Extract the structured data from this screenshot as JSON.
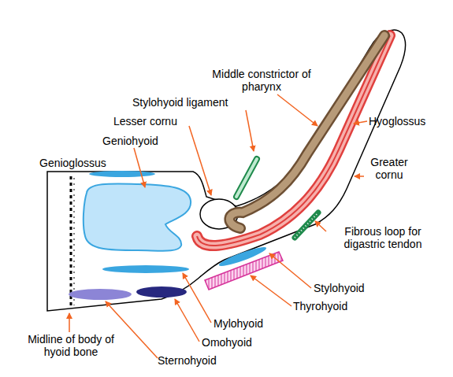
{
  "diagram": {
    "labels": [
      "Middle constrictor of pharynx",
      "Hyoglossus",
      "Stylohyoid ligament",
      "Lesser cornu",
      "Geniohyoid",
      "Genioglossus",
      "Greater cornu",
      "Fibrous loop for digastric tendon",
      "Stylohyoid",
      "Thyrohyoid",
      "Mylohyoid",
      "Omohyoid",
      "Sternohyoid",
      "Midline of body of hyoid bone"
    ]
  }
}
